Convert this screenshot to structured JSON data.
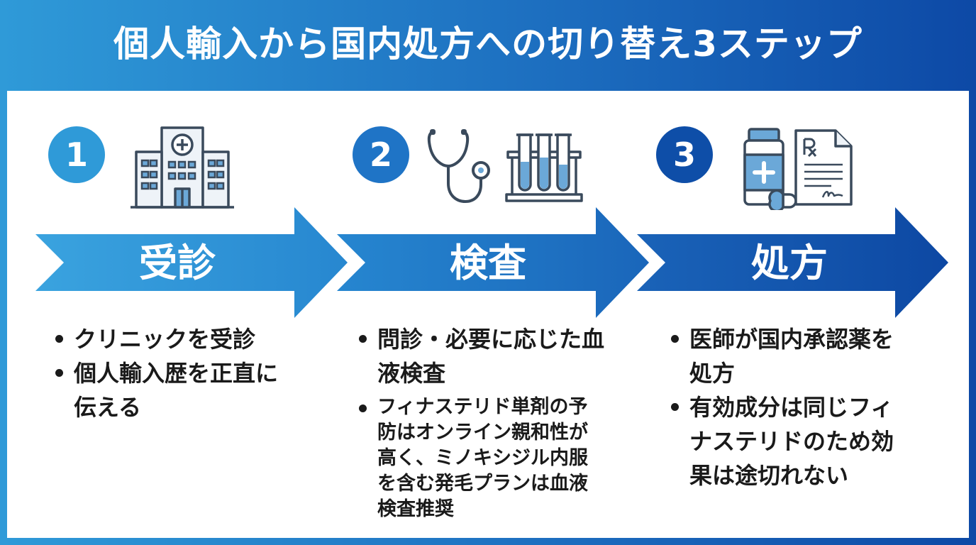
{
  "title": "個人輸入から国内処方への切り替え3ステップ",
  "colors": {
    "step1": "#2f9ad8",
    "step2": "#1f74c6",
    "step3": "#0e4ea8",
    "icon_stroke": "#3a4a5c",
    "icon_fill": "#6ba8d8"
  },
  "steps": [
    {
      "number": "1",
      "label": "受診",
      "icons": [
        "hospital-icon"
      ],
      "bullets": [
        "クリニックを受診",
        "個人輸入歴を正直に伝える"
      ]
    },
    {
      "number": "2",
      "label": "検査",
      "icons": [
        "stethoscope-icon",
        "test-tubes-icon"
      ],
      "bullets": [
        "問診・必要に応じた血液検査",
        "フィナステリド単剤の予防はオンライン親和性が高く、ミノキシジル内服を含む発毛プランは血液検査推奨"
      ]
    },
    {
      "number": "3",
      "label": "処方",
      "icons": [
        "medicine-bottle-icon",
        "prescription-icon"
      ],
      "bullets": [
        "医師が国内承認薬を処方",
        "有効成分は同じフィナステリドのため効果は途切れない"
      ]
    }
  ]
}
